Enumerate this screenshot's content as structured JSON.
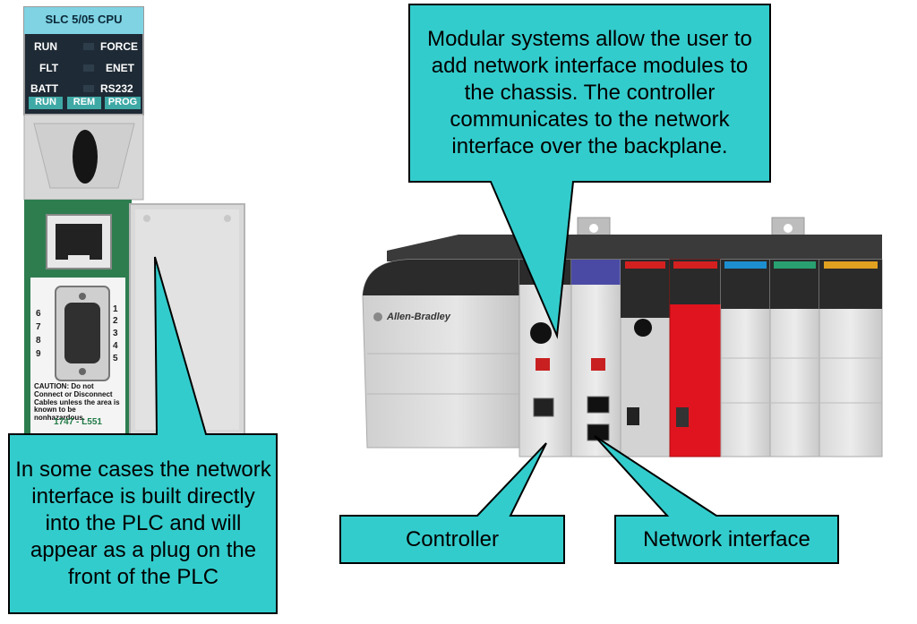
{
  "plc_front": {
    "model": "SLC 5/05 CPU",
    "leds": [
      "RUN",
      "FORCE",
      "FLT",
      "ENET",
      "BATT",
      "RS232"
    ],
    "modes": [
      "RUN",
      "REM",
      "PROG"
    ],
    "pin_left": [
      "6",
      "7",
      "8",
      "9"
    ],
    "pin_right": [
      "1",
      "2",
      "3",
      "4",
      "5"
    ],
    "caution": "CAUTION: Do not Connect or Disconnect Cables unless the area is known to be nonhazardous.",
    "part_number": "1747 - L551"
  },
  "rack": {
    "brand": "Allen-Bradley"
  },
  "callouts": {
    "top": "Modular systems allow the user to add network interface modules to the chassis. The controller communicates to the network interface over the backplane.",
    "bottom_left": "In some cases the network interface is built directly into the PLC and will appear as a plug on the front of the PLC",
    "controller": "Controller",
    "network": "Network interface"
  },
  "colors": {
    "callout_fill": "#33CCCC",
    "module_red": "#E0141E",
    "panel_green": "#1F7A45"
  }
}
